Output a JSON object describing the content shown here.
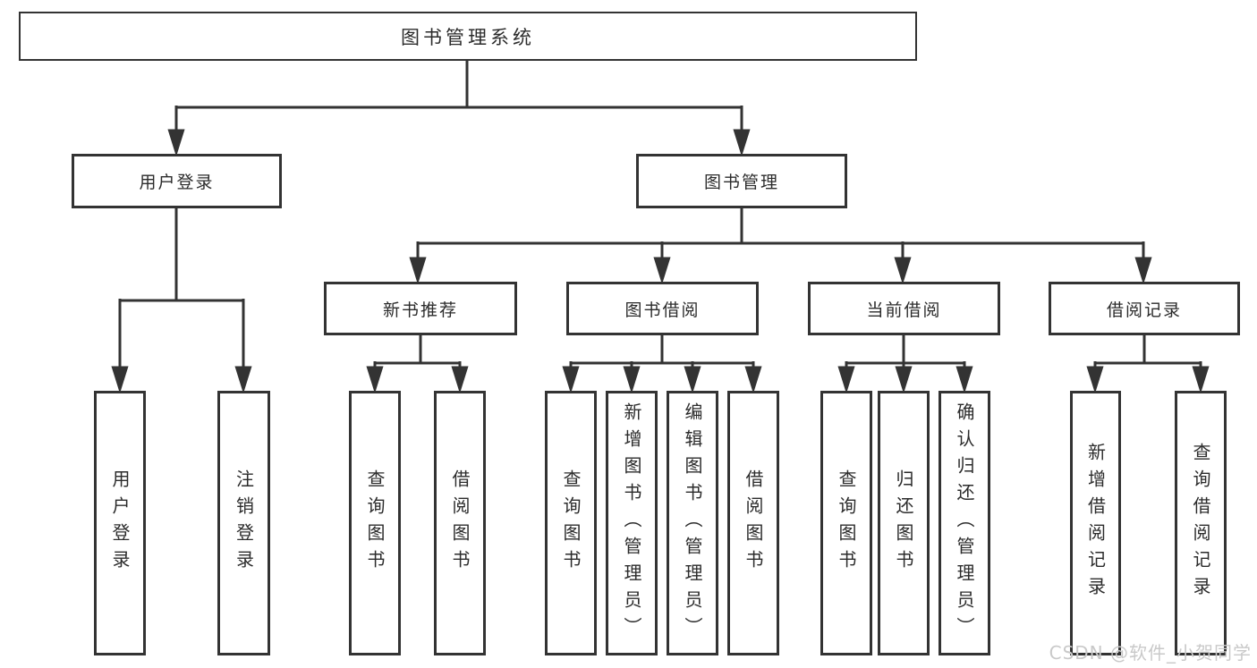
{
  "diagram_title": "图书管理系统",
  "nodes": {
    "root": "图书管理系统",
    "user_login": "用户登录",
    "book_mgmt": "图书管理",
    "new_book_rec": "新书推荐",
    "book_borrow": "图书借阅",
    "current_borrow": "当前借阅",
    "borrow_record": "借阅记录",
    "leaf_user_login": "用户登录",
    "leaf_logout": "注销登录",
    "leaf_query_book_a": "查询图书",
    "leaf_borrow_book_a": "借阅图书",
    "leaf_query_book_b": "查询图书",
    "leaf_add_book": "新增图书（管理员）",
    "leaf_edit_book": "编辑图书（管理员）",
    "leaf_borrow_book_b": "借阅图书",
    "leaf_query_book_c": "查询图书",
    "leaf_return_book": "归还图书",
    "leaf_confirm_return": "确认归还（管理员）",
    "leaf_add_record": "新增借阅记录",
    "leaf_query_record": "查询借阅记录"
  },
  "hierarchy": {
    "图书管理系统": {
      "用户登录": [
        "用户登录",
        "注销登录"
      ],
      "图书管理": {
        "新书推荐": [
          "查询图书",
          "借阅图书"
        ],
        "图书借阅": [
          "查询图书",
          "新增图书（管理员）",
          "编辑图书（管理员）",
          "借阅图书"
        ],
        "当前借阅": [
          "查询图书",
          "归还图书",
          "确认归还（管理员）"
        ],
        "借阅记录": [
          "新增借阅记录",
          "查询借阅记录"
        ]
      }
    }
  },
  "watermark": {
    "text": "CSDN @软件_小贺同学",
    "color": "#c9c9c9"
  },
  "colors": {
    "background": "#ffffff",
    "box_border": "#333333",
    "line": "#333333",
    "text": "#2b2b2b"
  }
}
